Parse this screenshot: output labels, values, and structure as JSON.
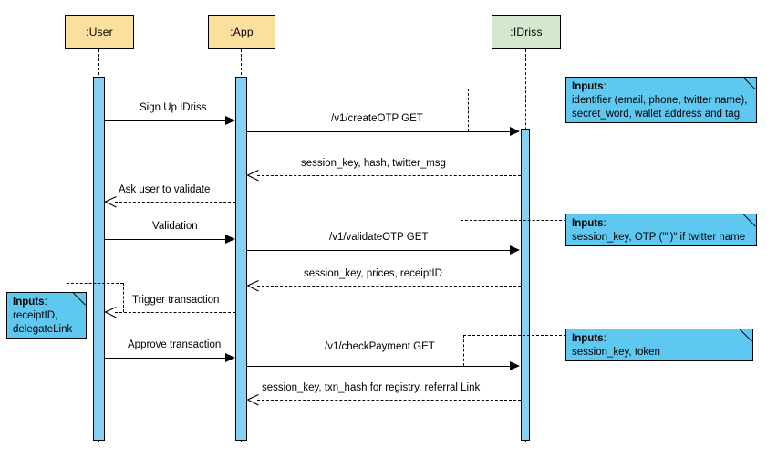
{
  "diagram": {
    "title": "IDriss sign-up and payment sequence diagram",
    "type": "uml-sequence-diagram",
    "colors": {
      "actor_user_fill": "#fadf9e",
      "actor_app_fill": "#fadf9e",
      "actor_idriss_fill": "#d4e8cf",
      "activation_fill": "#86d0f2",
      "note_fill": "#5ec8f0",
      "line": "#000000",
      "background": "#ffffff"
    }
  },
  "participants": [
    {
      "id": "user",
      "label": ":User"
    },
    {
      "id": "app",
      "label": ":App"
    },
    {
      "id": "idriss",
      "label": ":IDriss"
    }
  ],
  "messages": [
    {
      "id": "m1",
      "label": "Sign Up IDriss",
      "from": "user",
      "to": "app",
      "kind": "call"
    },
    {
      "id": "m2",
      "label": "/v1/createOTP GET",
      "from": "app",
      "to": "idriss",
      "kind": "call"
    },
    {
      "id": "m3",
      "label": "session_key,  hash, twitter_msg",
      "from": "idriss",
      "to": "app",
      "kind": "return"
    },
    {
      "id": "m4",
      "label": "Ask user to validate",
      "from": "app",
      "to": "user",
      "kind": "return"
    },
    {
      "id": "m5",
      "label": "Validation",
      "from": "user",
      "to": "app",
      "kind": "call"
    },
    {
      "id": "m6",
      "label": "/v1/validateOTP GET",
      "from": "app",
      "to": "idriss",
      "kind": "call"
    },
    {
      "id": "m7",
      "label": "session_key,  prices, receiptID",
      "from": "idriss",
      "to": "app",
      "kind": "return"
    },
    {
      "id": "m8",
      "label": "Trigger transaction",
      "from": "app",
      "to": "user",
      "kind": "return"
    },
    {
      "id": "m9",
      "label": "Approve transaction",
      "from": "user",
      "to": "app",
      "kind": "call"
    },
    {
      "id": "m10",
      "label": "/v1/checkPayment GET",
      "from": "app",
      "to": "idriss",
      "kind": "call"
    },
    {
      "id": "m11",
      "label": "session_key,  txn_hash for registry, referral Link",
      "from": "idriss",
      "to": "app",
      "kind": "return"
    }
  ],
  "notes": [
    {
      "id": "note_create_otp",
      "heading": "Inputs",
      "heading_suffix": ":",
      "lines": [
        "identifier (email, phone, twitter name),",
        "secret_word, wallet address and tag"
      ],
      "attached_to": "m2",
      "side": "right"
    },
    {
      "id": "note_validate_otp",
      "heading": "Inputs",
      "heading_suffix": ":",
      "lines": [
        "session_key,  OTP (\"\")\" if twitter name"
      ],
      "attached_to": "m6",
      "side": "right"
    },
    {
      "id": "note_check_payment",
      "heading": "Inputs",
      "heading_suffix": ":",
      "lines": [
        "session_key, token"
      ],
      "attached_to": "m10",
      "side": "right"
    },
    {
      "id": "note_trigger_transaction",
      "heading": "Inputs",
      "heading_suffix": ":",
      "lines": [
        "receiptID,",
        "delegateLink"
      ],
      "attached_to": "m8",
      "side": "left"
    }
  ]
}
